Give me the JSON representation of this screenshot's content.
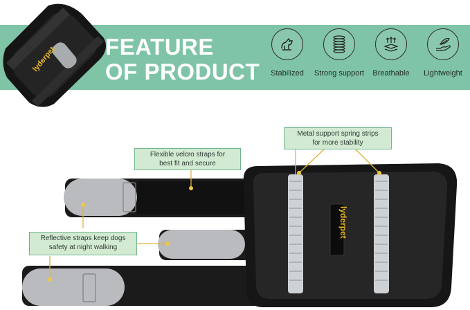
{
  "banner": {
    "title_line1": "FEATURE",
    "title_line2": "OF PRODUCT",
    "color": "#7fc4a7"
  },
  "features": [
    {
      "label": "Stabilized",
      "icon": "dog-icon"
    },
    {
      "label": "Strong support",
      "icon": "spring-coil-icon"
    },
    {
      "label": "Breathable",
      "icon": "breathable-layers-icon"
    },
    {
      "label": "Lightweight",
      "icon": "hand-feather-icon"
    }
  ],
  "brand": "lyderpet",
  "callouts": {
    "metal": {
      "line1": "Metal support spring strips",
      "line2": "for more stability"
    },
    "velcro": {
      "line1": "Flexible velcro straps for",
      "line2": "best fit and secure"
    },
    "reflective": {
      "line1": "Reflective straps keep dogs",
      "line2": "safety at night walking"
    }
  },
  "colors": {
    "callout_fill": "#d3ead2",
    "callout_border": "#6fb68f",
    "brace": "#1b1b1b",
    "strap_gray": "#b9bbbe",
    "brand_yellow": "#e9b927"
  }
}
